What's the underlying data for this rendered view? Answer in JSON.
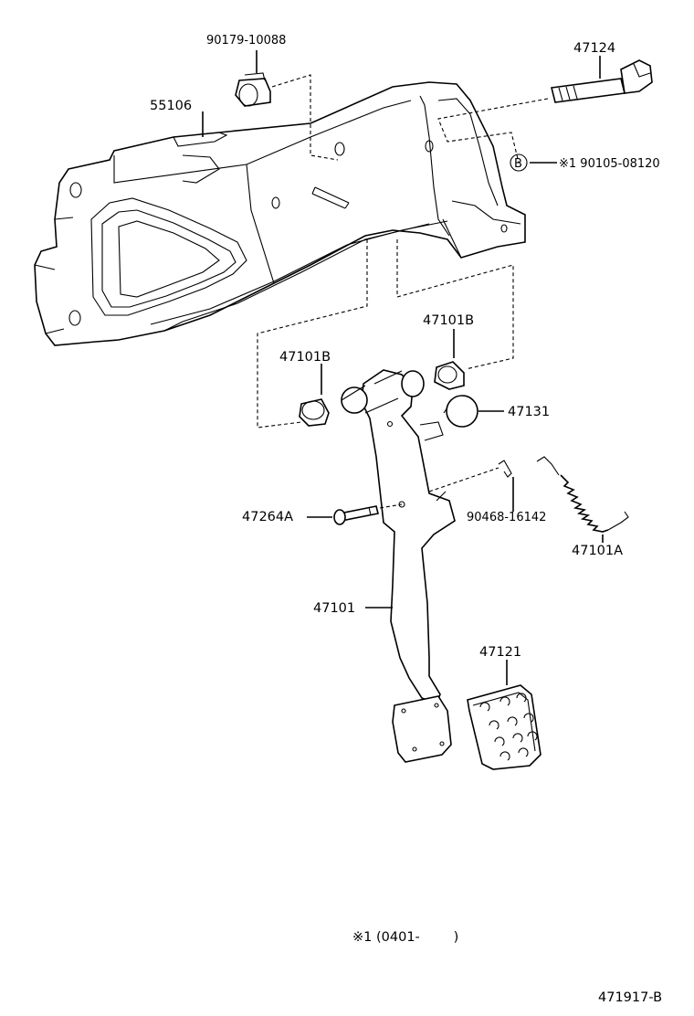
{
  "parts": {
    "p90179": "90179-10088",
    "p47124": "47124",
    "p55106": "55106",
    "p90105": "※1 90105-08120",
    "p47101B_right": "47101B",
    "p47101B_left": "47101B",
    "p47131": "47131",
    "p90468": "90468-16142",
    "p47264A": "47264A",
    "p47101A": "47101A",
    "p47101": "47101",
    "p47121": "47121"
  },
  "callout_b": "B",
  "footnote": "※1 (0401-        )",
  "diagram_code": "471917-B"
}
